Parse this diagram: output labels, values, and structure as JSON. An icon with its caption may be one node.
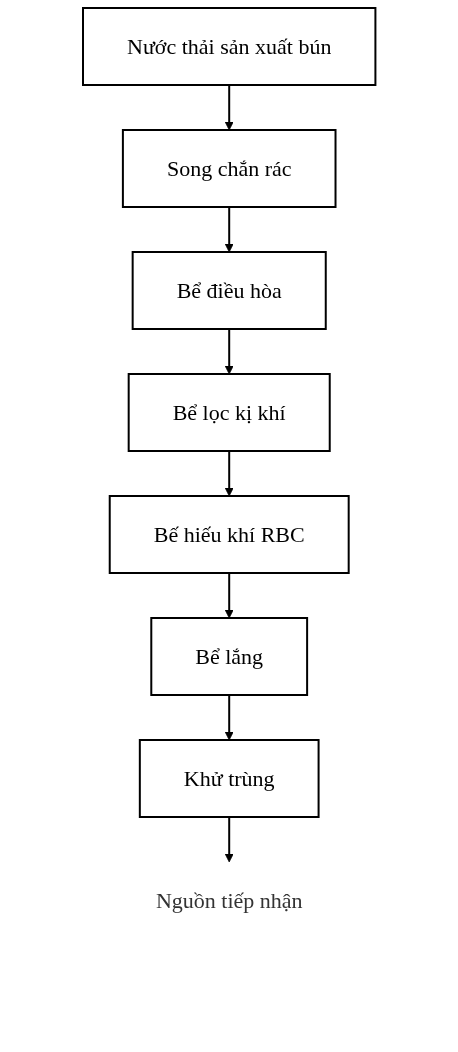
{
  "diagram": {
    "nodes": [
      {
        "text": [
          "Nước thải sản xuất bún"
        ]
      },
      {
        "text": [
          "Song chắn rác"
        ]
      },
      {
        "text": [
          "Bể điều hòa"
        ]
      },
      {
        "text": [
          "Bể lọc kị khí"
        ]
      },
      {
        "text": [
          "Bế hiếu khí RBC"
        ]
      },
      {
        "text": [
          "Bể lắng"
        ]
      },
      {
        "text": [
          "Khử trùng"
        ]
      },
      {
        "text": [
          "Nguồn tiếp nhận"
        ]
      }
    ],
    "edges": [
      {
        "from": 0,
        "to": 1,
        "arrow": "to"
      },
      {
        "from": 1,
        "to": 2,
        "arrow": "to"
      },
      {
        "from": 2,
        "to": 3,
        "arrow": "to"
      },
      {
        "from": 3,
        "to": 4,
        "arrow": "to"
      },
      {
        "from": 4,
        "to": 5,
        "arrow": "to"
      },
      {
        "from": 5,
        "to": 6,
        "arrow": "to"
      },
      {
        "from": 6,
        "to": 7,
        "arrow": "to"
      }
    ]
  }
}
